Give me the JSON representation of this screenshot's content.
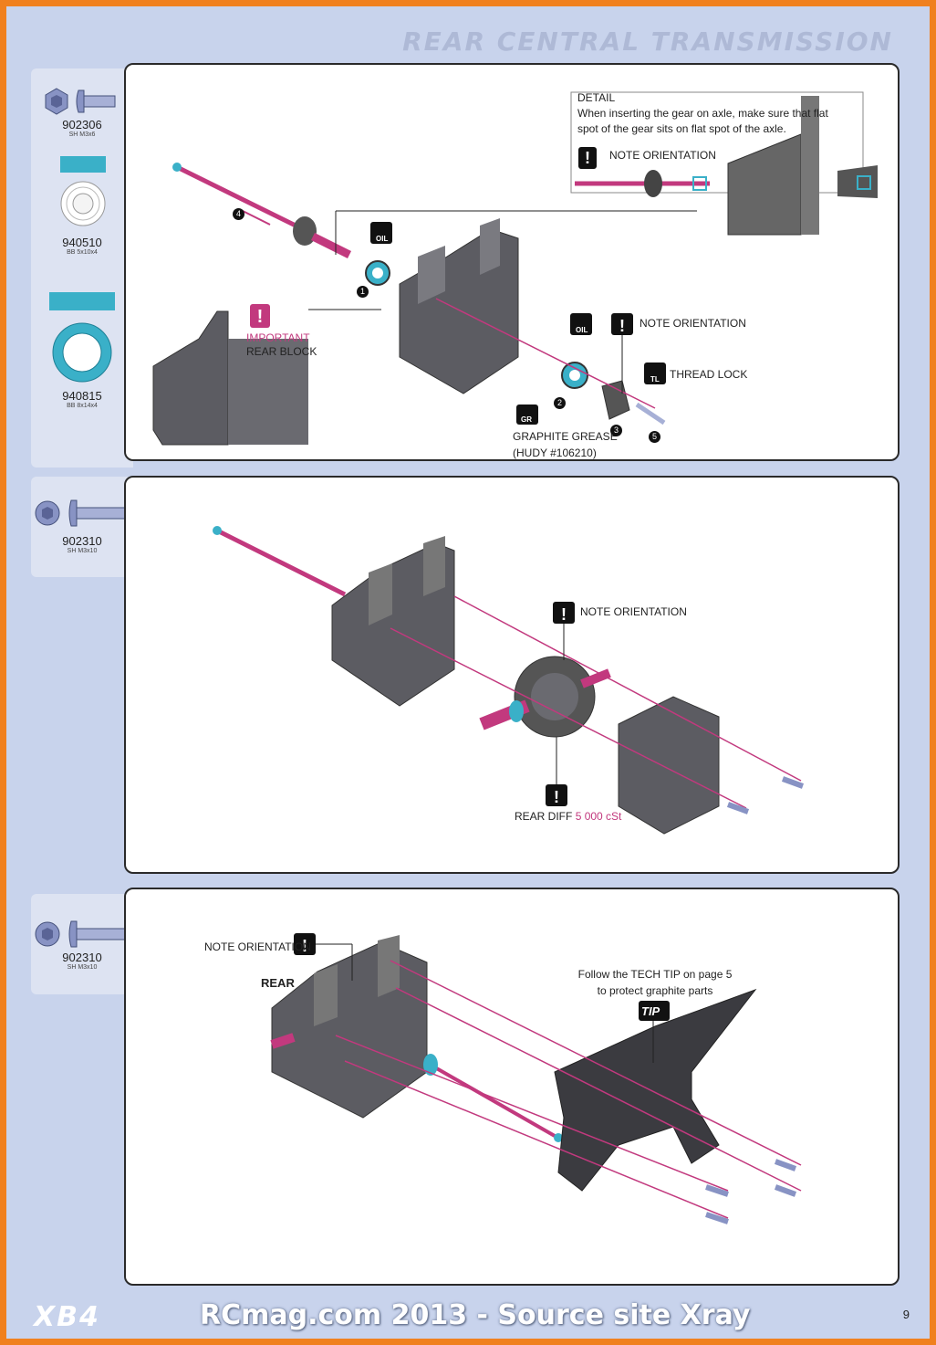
{
  "header": {
    "title": "REAR CENTRAL TRANSMISSION"
  },
  "step1": {
    "parts": [
      {
        "code": "902306",
        "desc": "SH M3x6"
      },
      {
        "code": "940510",
        "desc": "BB 5x10x4"
      },
      {
        "code": "940815",
        "desc": "BB 8x14x4"
      }
    ],
    "detail_title": "DETAIL",
    "detail_line1": "When inserting the gear on axle, make sure that flat",
    "detail_line2": "spot of the gear sits on flat spot of the axle.",
    "note_orientation": "NOTE ORIENTATION",
    "important": "IMPORTANT",
    "rear_block": "REAR BLOCK",
    "thread_lock": "THREAD LOCK",
    "graphite_grease": "GRAPHITE GREASE",
    "hudy": "(HUDY #106210)",
    "oil_label": "OIL",
    "gr_label": "GR",
    "tl_label": "TL",
    "callouts": [
      "1",
      "2",
      "3",
      "4",
      "5"
    ]
  },
  "step2": {
    "parts": [
      {
        "code": "902310",
        "desc": "SH M3x10"
      }
    ],
    "note_orientation": "NOTE ORIENTATION",
    "rear_diff": "REAR DIFF",
    "diff_oil": "5 000 cSt"
  },
  "step3": {
    "parts": [
      {
        "code": "902310",
        "desc": "SH M3x10"
      }
    ],
    "note_orientation": "NOTE ORIENTATION",
    "rear": "REAR",
    "tip_line1": "Follow the TECH TIP on page 5",
    "tip_line2": "to protect graphite parts",
    "tip_label": "TIP"
  },
  "footer": {
    "logo": "XB4",
    "source": "RCmag.com 2013 - Source site Xray",
    "page": "9"
  },
  "colors": {
    "border": "#f0801e",
    "background": "#c8d3ec",
    "accent": "#c2397e",
    "bearing": "#3ab0c8"
  }
}
